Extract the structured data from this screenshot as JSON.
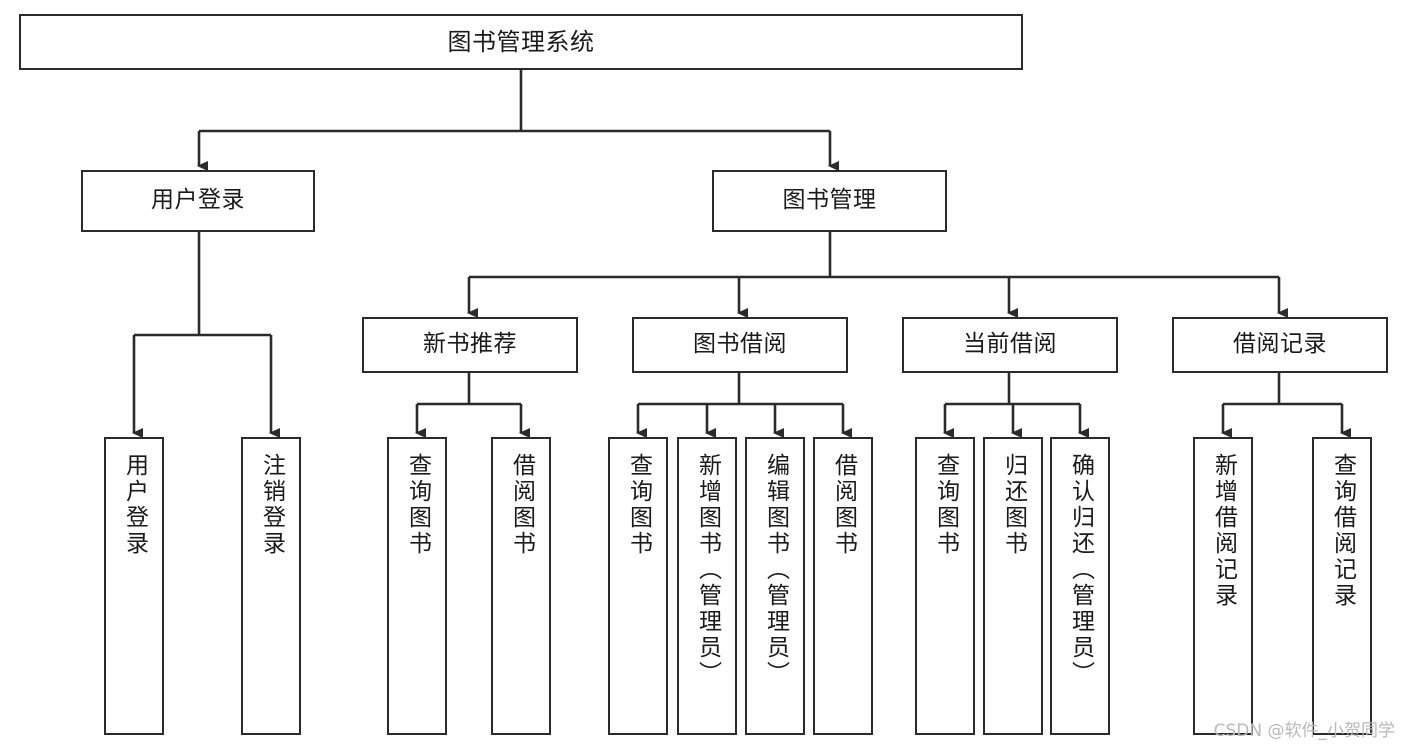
{
  "diagram": {
    "title": "图书管理系统",
    "root": {
      "label": "图书管理系统"
    },
    "level2": [
      {
        "label": "用户登录"
      },
      {
        "label": "图书管理"
      }
    ],
    "level3": [
      {
        "label": "新书推荐"
      },
      {
        "label": "图书借阅"
      },
      {
        "label": "当前借阅"
      },
      {
        "label": "借阅记录"
      }
    ],
    "leaves": {
      "user_login": [
        {
          "label": "用户登录"
        },
        {
          "label": "注销登录"
        }
      ],
      "new_book_recommend": [
        {
          "label": "查询图书"
        },
        {
          "label": "借阅图书"
        }
      ],
      "book_borrow": [
        {
          "label": "查询图书"
        },
        {
          "label": "新增图书（管理员）"
        },
        {
          "label": "编辑图书（管理员）"
        },
        {
          "label": "借阅图书"
        }
      ],
      "current_borrow": [
        {
          "label": "查询图书"
        },
        {
          "label": "归还图书"
        },
        {
          "label": "确认归还（管理员）"
        }
      ],
      "borrow_record": [
        {
          "label": "新增借阅记录"
        },
        {
          "label": "查询借阅记录"
        }
      ]
    }
  },
  "watermark": {
    "text": "CSDN @软件_小贺同学"
  },
  "colors": {
    "border": "#2b2b2b",
    "text": "#1a1a1a",
    "background": "#ffffff",
    "watermark": "#b9b9b9"
  }
}
